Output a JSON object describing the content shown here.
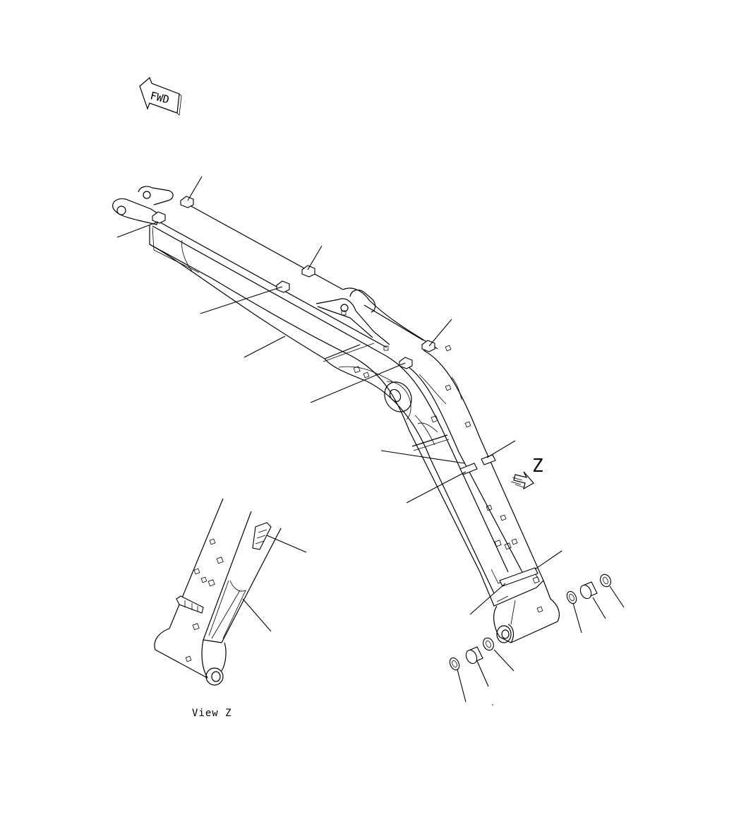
{
  "diagram": {
    "fwd_label": "FWD",
    "view_marker": "Z",
    "view_caption": "View Z",
    "line_color": "#000000",
    "background_color": "#ffffff"
  }
}
